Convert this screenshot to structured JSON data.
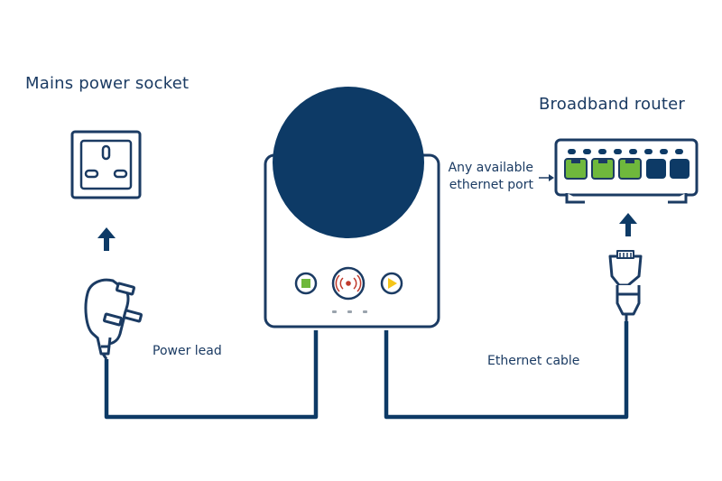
{
  "labels": {
    "socket_title": "Mains power socket",
    "router_title": "Broadband router",
    "port_line1": "Any available",
    "port_line2": "ethernet port",
    "power_lead": "Power lead",
    "ethernet_cable": "Ethernet cable"
  },
  "colors": {
    "navy": "#0d3a66",
    "outline": "#1b3b63",
    "green": "#6fb83c",
    "red": "#c0392b",
    "yellow": "#f5c518",
    "grey_dots": "#9aa3ad"
  },
  "icons": [
    "socket-icon",
    "plug-icon",
    "hub-device",
    "router-icon",
    "ethernet-plug-icon",
    "arrow-up-icon"
  ]
}
